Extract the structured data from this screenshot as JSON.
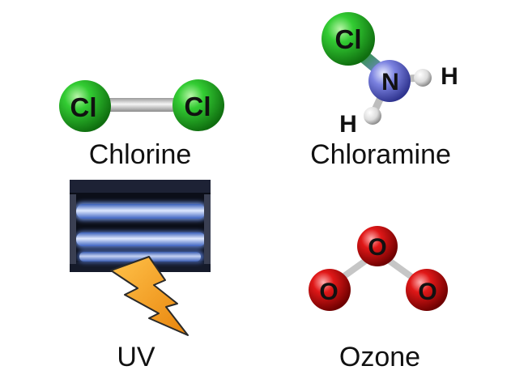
{
  "panels": {
    "chlorine": {
      "label": "Chlorine",
      "atoms": [
        "Cl",
        "Cl"
      ]
    },
    "chloramine": {
      "label": "Chloramine",
      "atoms": [
        "Cl",
        "N"
      ],
      "hydrogens": [
        "H",
        "H"
      ]
    },
    "uv": {
      "label": "UV"
    },
    "ozone": {
      "label": "Ozone",
      "atoms": [
        "O",
        "O",
        "O"
      ]
    }
  },
  "colors": {
    "chlorine_atom": "#22b322",
    "nitrogen_atom": "#6e74d6",
    "hydrogen_atom": "#e4e4e4",
    "oxygen_atom": "#d81616",
    "bond": "#cfcfcf",
    "lightning": "#f49a1a",
    "uv_glow": "#8fb4ff",
    "label": "#111111"
  },
  "icons": {
    "uv": "uv-lamp-photo",
    "lightning": "lightning-bolt-icon"
  }
}
